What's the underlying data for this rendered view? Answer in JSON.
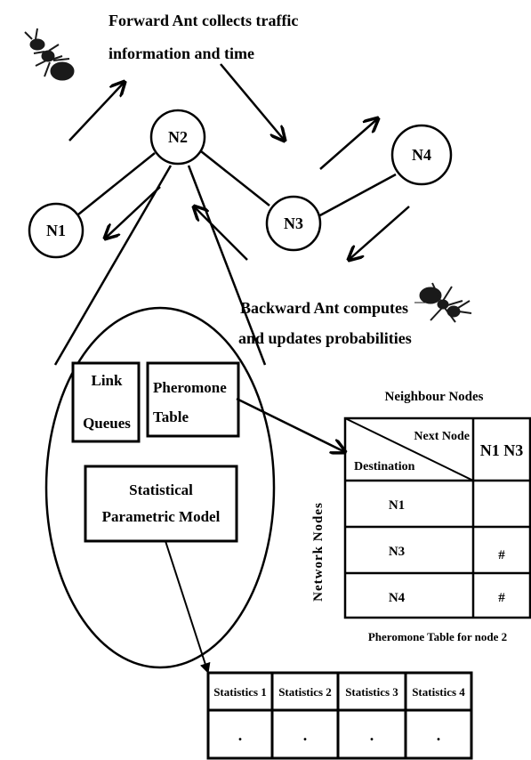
{
  "captions": {
    "forward_line1": "Forward Ant collects traffic",
    "forward_line2": "information and time",
    "backward_line1": "Backward Ant computes",
    "backward_line2": "and updates probabilities"
  },
  "nodes": [
    "N1",
    "N2",
    "N3",
    "N4"
  ],
  "node_internals": {
    "link_queues_line1": "Link",
    "link_queues_line2": "Queues",
    "pheromone_line1": "Pheromone",
    "pheromone_line2": "Table",
    "model_line1": "Statistical",
    "model_line2": "Parametric Model"
  },
  "pheromone_table": {
    "title": "Neighbour Nodes",
    "side_label": "Network Nodes",
    "header_next": "Next Node",
    "header_dest": "Destination",
    "header_cols": "N1 N3",
    "rows": [
      {
        "dest": "N1",
        "value": ""
      },
      {
        "dest": "N3",
        "value": "#"
      },
      {
        "dest": "N4",
        "value": "#"
      }
    ],
    "caption": "Pheromone Table for node 2"
  },
  "statistics_table": {
    "headers": [
      "Statistics 1",
      "Statistics 2",
      "Statistics 3",
      "Statistics 4"
    ],
    "values": [
      ".",
      ".",
      ".",
      "."
    ]
  },
  "colors": {
    "ink": "#000000",
    "ant": "#1a1a1a",
    "background": "#ffffff"
  }
}
